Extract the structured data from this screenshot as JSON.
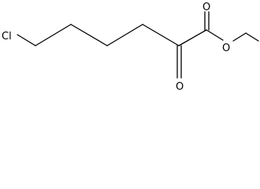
{
  "molecule": {
    "atoms": {
      "chlorine": "Cl",
      "carbonyl_oxygen_ester": "O",
      "ether_oxygen": "O",
      "ketone_oxygen": "O"
    },
    "colors": {
      "bond": "#000000",
      "text": "#000000",
      "background": "#ffffff"
    }
  }
}
